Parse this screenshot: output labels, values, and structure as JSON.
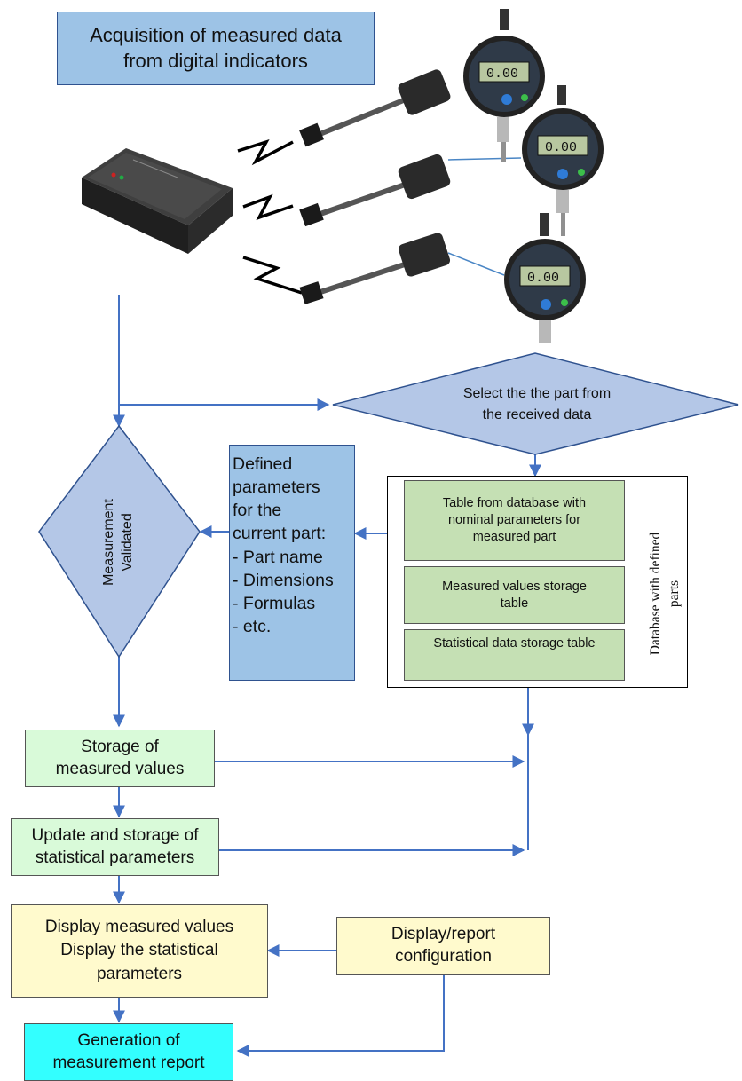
{
  "title": {
    "lines": [
      "Acquisition of measured data",
      "from digital indicators"
    ]
  },
  "select_part": {
    "lines": [
      "Select the the part from",
      "the received data"
    ]
  },
  "validated": {
    "lines": [
      "Measurement",
      "Validated"
    ]
  },
  "params": {
    "lines": [
      "Defined",
      "parameters",
      "for the",
      "current part:",
      "- Part name",
      "- Dimensions",
      "- Formulas",
      "- etc."
    ]
  },
  "database": {
    "label_lines": [
      "Database with defined",
      "parts"
    ],
    "tables": [
      {
        "lines": [
          "Table from database with",
          "nominal parameters for",
          "measured part"
        ]
      },
      {
        "lines": [
          "Measured values storage",
          "table"
        ]
      },
      {
        "lines": [
          "Statistical data storage table"
        ]
      }
    ]
  },
  "storage": {
    "lines": [
      "Storage of",
      "measured values"
    ]
  },
  "update": {
    "lines": [
      "Update and storage of",
      "statistical parameters"
    ]
  },
  "display": {
    "lines": [
      "Display measured values",
      "Display the statistical",
      "parameters"
    ]
  },
  "config": {
    "lines": [
      "Display/report",
      "configuration"
    ]
  },
  "report": {
    "lines": [
      "Generation of",
      "measurement report"
    ]
  },
  "indicator_readout": "0.00",
  "colors": {
    "title_fill": "#9dc3e6",
    "decision_fill": "#b4c7e7",
    "params_fill": "#9dc3e6",
    "table_fill": "#c5e0b4",
    "storage_fill": "#d9fad9",
    "display_fill": "#fffacd",
    "report_fill": "#33ffff",
    "arrow": "#4472c4",
    "border": "#2f528f"
  }
}
